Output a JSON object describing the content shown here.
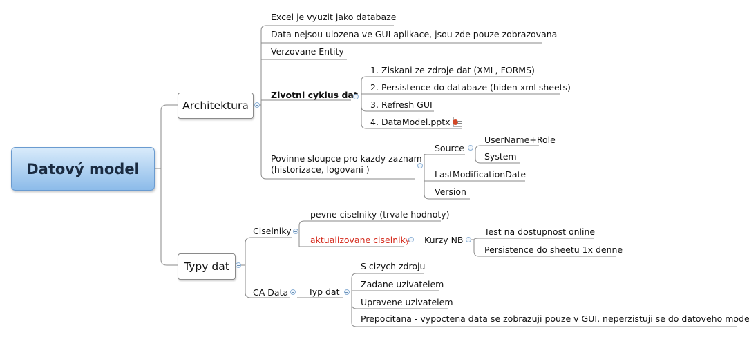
{
  "root": {
    "label": "Datový model"
  },
  "architektura": {
    "label": "Architektura",
    "items": [
      "Excel je vyuzit jako databaze",
      "Data nejsou ulozena ve GUI aplikace, jsou zde pouze zobrazovana",
      "Verzovane Entity"
    ],
    "zivotni_cyklus": {
      "label": "Zivotni cyklus dat",
      "steps": [
        {
          "num": "1.",
          "text": "Ziskani ze zdroje dat (XML, FORMS)"
        },
        {
          "num": "2.",
          "text": "Persistence do databaze (hiden xml sheets)"
        },
        {
          "num": "3.",
          "text": "Refresh GUI"
        },
        {
          "num": "4.",
          "text": "DataModel.pptx",
          "icon": "powerpoint-file-icon"
        }
      ]
    },
    "povinne": {
      "line1": "Povinne sloupce pro kazdy zaznam",
      "line2": "(historizace, logovani )",
      "source": {
        "label": "Source",
        "items": [
          "UserName+Role",
          "System"
        ]
      },
      "other": [
        "LastModificationDate",
        "Version"
      ]
    }
  },
  "typy_dat": {
    "label": "Typy dat",
    "ciselniky": {
      "label": "Ciselniky",
      "pevne": "pevne ciselniky (trvale hodnoty)",
      "aktualizovane": "aktualizovane ciselniky",
      "kurzy": {
        "label": "Kurzy NB",
        "items": [
          "Test na dostupnost online",
          "Persistence do sheetu 1x denne"
        ]
      }
    },
    "ca_data": {
      "label": "CA Data",
      "typ_dat": {
        "label": "Typ dat",
        "items": [
          "S cizych zdroju",
          "Zadane uzivatelem",
          "Upravene uzivatelem",
          "Prepocitana - vypoctena data se zobrazuji pouze v GUI, neperzistuji se do datoveho modelu"
        ]
      }
    }
  },
  "colors": {
    "line": "#8a8a8a",
    "highlight": "#d42a1c",
    "root_fill": "#a9cdf0"
  }
}
